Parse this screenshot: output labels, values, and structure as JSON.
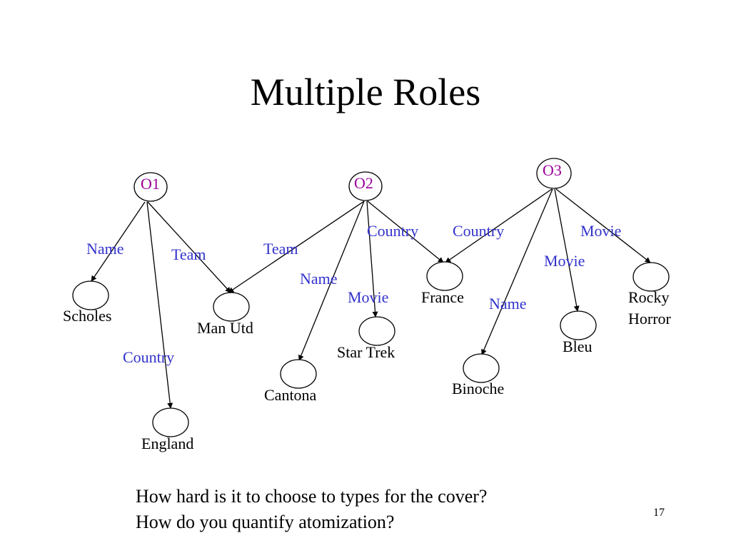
{
  "title": "Multiple Roles",
  "colors": {
    "object": "#990099",
    "edge_label": "#3333cc",
    "text": "#000000"
  },
  "objects": [
    {
      "id": "O1",
      "label": "O1"
    },
    {
      "id": "O2",
      "label": "O2"
    },
    {
      "id": "O3",
      "label": "O3"
    }
  ],
  "values": [
    {
      "id": "scholes",
      "lines": [
        "Scholes"
      ]
    },
    {
      "id": "manutd",
      "lines": [
        "Man Utd"
      ]
    },
    {
      "id": "england",
      "lines": [
        "England"
      ]
    },
    {
      "id": "cantona",
      "lines": [
        "Cantona"
      ]
    },
    {
      "id": "startrek",
      "lines": [
        "Star Trek"
      ]
    },
    {
      "id": "france",
      "lines": [
        "France"
      ]
    },
    {
      "id": "binoche",
      "lines": [
        "Binoche"
      ]
    },
    {
      "id": "bleu",
      "lines": [
        "Bleu"
      ]
    },
    {
      "id": "rocky",
      "lines": [
        "Rocky",
        "Horror"
      ]
    }
  ],
  "edges": [
    {
      "from": "O1",
      "to": "scholes",
      "label": "Name"
    },
    {
      "from": "O1",
      "to": "manutd",
      "label": "Team"
    },
    {
      "from": "O1",
      "to": "england",
      "label": "Country"
    },
    {
      "from": "O2",
      "to": "manutd",
      "label": "Team"
    },
    {
      "from": "O2",
      "to": "cantona",
      "label": "Name"
    },
    {
      "from": "O2",
      "to": "startrek",
      "label": "Movie"
    },
    {
      "from": "O2",
      "to": "france",
      "label": "Country"
    },
    {
      "from": "O3",
      "to": "france",
      "label": "Country"
    },
    {
      "from": "O3",
      "to": "binoche",
      "label": "Name"
    },
    {
      "from": "O3",
      "to": "bleu",
      "label": "Movie"
    },
    {
      "from": "O3",
      "to": "rocky",
      "label": "Movie"
    }
  ],
  "questions": [
    "How hard is it to choose to types for the cover?",
    "How do you quantify atomization?"
  ],
  "page_number": "17"
}
